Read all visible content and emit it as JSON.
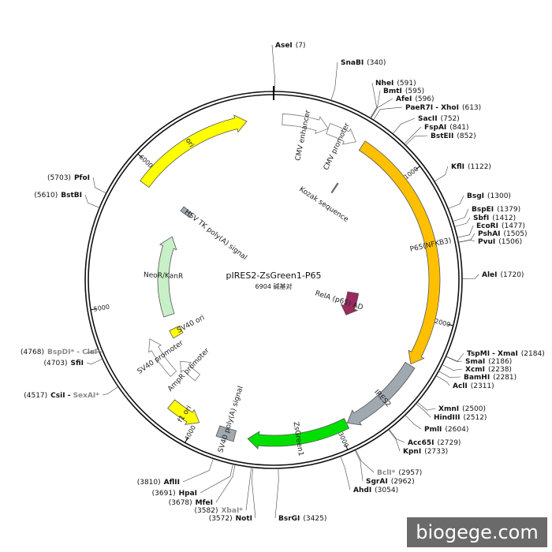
{
  "plasmid": {
    "name": "pIRES2-ZsGreen1-P65",
    "size_text": "6904 碱基对",
    "length": 6904
  },
  "watermark": "biogege.com",
  "colors": {
    "ring": "#111111",
    "ori": "#ffff00",
    "p65": "#ffc000",
    "relA": "#9b2a5e",
    "ires": "#a0a8b0",
    "zsgreen": "#00e000",
    "f1ori": "#ffff00",
    "sv40polyA": "#a0a8b0",
    "neor": "#c8f0c8",
    "sv40ori": "#ffff00",
    "outline": "#ffffff",
    "hsvtk": "#a0a8b0"
  },
  "ticks": [
    {
      "pos": 1000,
      "label": "1000"
    },
    {
      "pos": 2000,
      "label": "2000"
    },
    {
      "pos": 3000,
      "label": "3000"
    },
    {
      "pos": 4000,
      "label": "4000"
    },
    {
      "pos": 5000,
      "label": "5000"
    },
    {
      "pos": 6000,
      "label": "6000"
    }
  ],
  "features": [
    {
      "id": "ori",
      "label": "ori",
      "start": 5880,
      "end": 6720,
      "track": "out",
      "color": "#ffff00",
      "dir": 1
    },
    {
      "id": "cmv-enhancer",
      "label": "CMV enhancer",
      "start": 60,
      "end": 380,
      "track": "out",
      "color": "#ffffff",
      "dir": 1
    },
    {
      "id": "cmv-promoter",
      "label": "CMV promoter",
      "start": 380,
      "end": 590,
      "track": "out",
      "color": "#ffffff",
      "dir": 1
    },
    {
      "id": "p65",
      "label": "P65(NFKB3)",
      "start": 640,
      "end": 2330,
      "track": "out",
      "color": "#ffc000",
      "dir": 1
    },
    {
      "id": "ires2",
      "label": "IRES2",
      "start": 2340,
      "end": 2930,
      "track": "out",
      "color": "#a0a8b0",
      "dir": 1
    },
    {
      "id": "zsgreen1",
      "label": "ZsGreen1",
      "start": 2935,
      "end": 3630,
      "track": "out",
      "color": "#00e000",
      "dir": 1
    },
    {
      "id": "neor",
      "label": "NeoR/KanR",
      "start": 4820,
      "end": 5620,
      "track": "in",
      "color": "#c8f0c8",
      "dir": 1
    },
    {
      "id": "hsv-tk",
      "label": "HSV TK poly(A) signal",
      "start": 5880,
      "end": 5930,
      "track": "in",
      "color": "#a0a8b0",
      "dir": 0
    },
    {
      "id": "relA",
      "label": "RelA (p65) AD",
      "start": 1900,
      "end": 2220,
      "track": "deep",
      "color": "#9b2a5e",
      "dir": 1
    },
    {
      "id": "sv40-ori",
      "label": "SV40 ori",
      "start": 4600,
      "end": 4680,
      "track": "in",
      "color": "#ffff00",
      "dir": 0
    },
    {
      "id": "sv40-promoter",
      "label": "SV40 promoter",
      "start": 4350,
      "end": 4690,
      "track": "mid",
      "color": "#ffffff",
      "dir": 1
    },
    {
      "id": "ampr-promoter",
      "label": "AmpR promoter",
      "start": 4180,
      "end": 4390,
      "track": "in2",
      "color": "#ffffff",
      "dir": 1
    },
    {
      "id": "f1-ori",
      "label": "f1 ori",
      "start": 3980,
      "end": 4210,
      "track": "out",
      "color": "#ffff00",
      "dir": -1
    },
    {
      "id": "sv40-polya",
      "label": "SV40 poly(A) signal",
      "start": 3720,
      "end": 3840,
      "track": "out",
      "color": "#a0a8b0",
      "dir": 0
    },
    {
      "id": "kozak",
      "label": "Kozak sequence",
      "start": 640,
      "end": 650,
      "track": "in",
      "color": "#888888",
      "dir": 0
    }
  ],
  "sites": [
    {
      "name": "AseI",
      "pos": "(7)",
      "left": false,
      "grey": false
    },
    {
      "name": "SnaBI",
      "pos": "(340)",
      "left": false,
      "grey": false
    },
    {
      "name": "NheI",
      "pos": "(591)",
      "left": false,
      "grey": false
    },
    {
      "name": "BmtI",
      "pos": "(595)",
      "left": false,
      "grey": false
    },
    {
      "name": "AfeI",
      "pos": "(596)",
      "left": false,
      "grey": false
    },
    {
      "name": "PaeR7I - XhoI",
      "pos": "(613)",
      "left": false,
      "grey": false
    },
    {
      "name": "SacII",
      "pos": "(752)",
      "left": false,
      "grey": false
    },
    {
      "name": "FspAI",
      "pos": "(841)",
      "left": false,
      "grey": false
    },
    {
      "name": "BstEII",
      "pos": "(852)",
      "left": false,
      "grey": false
    },
    {
      "name": "KflI",
      "pos": "(1122)",
      "left": false,
      "grey": false
    },
    {
      "name": "BsgI",
      "pos": "(1300)",
      "left": false,
      "grey": false
    },
    {
      "name": "BspEI",
      "pos": "(1379)",
      "left": false,
      "grey": false
    },
    {
      "name": "SbfI",
      "pos": "(1412)",
      "left": false,
      "grey": false
    },
    {
      "name": "EcoRI",
      "pos": "(1477)",
      "left": false,
      "grey": false
    },
    {
      "name": "PshAI",
      "pos": "(1505)",
      "left": false,
      "grey": false
    },
    {
      "name": "PvuI",
      "pos": "(1506)",
      "left": false,
      "grey": false
    },
    {
      "name": "AleI",
      "pos": "(1720)",
      "left": false,
      "grey": false
    },
    {
      "name": "TspMI - XmaI",
      "pos": "(2184)",
      "left": false,
      "grey": false
    },
    {
      "name": "SmaI",
      "pos": "(2186)",
      "left": false,
      "grey": false
    },
    {
      "name": "XcmI",
      "pos": "(2238)",
      "left": false,
      "grey": false
    },
    {
      "name": "BamHI",
      "pos": "(2281)",
      "left": false,
      "grey": false
    },
    {
      "name": "AclI",
      "pos": "(2311)",
      "left": false,
      "grey": false
    },
    {
      "name": "XmnI",
      "pos": "(2500)",
      "left": false,
      "grey": false
    },
    {
      "name": "HindIII",
      "pos": "(2512)",
      "left": false,
      "grey": false
    },
    {
      "name": "PmlI",
      "pos": "(2604)",
      "left": false,
      "grey": false
    },
    {
      "name": "Acc65I",
      "pos": "(2729)",
      "left": false,
      "grey": false
    },
    {
      "name": "KpnI",
      "pos": "(2733)",
      "left": false,
      "grey": false
    },
    {
      "name": "BclI*",
      "pos": "(2957)",
      "left": false,
      "grey": true
    },
    {
      "name": "SgrAI",
      "pos": "(2962)",
      "left": false,
      "grey": false
    },
    {
      "name": "AhdI",
      "pos": "(3054)",
      "left": false,
      "grey": false
    },
    {
      "name": "BsrGI",
      "pos": "(3425)",
      "left": false,
      "grey": false
    },
    {
      "name": "NotI",
      "pos": "(3572)",
      "left": true,
      "grey": false
    },
    {
      "name": "XbaI*",
      "pos": "(3582)",
      "left": true,
      "grey": true
    },
    {
      "name": "MfeI",
      "pos": "(3678)",
      "left": true,
      "grey": false
    },
    {
      "name": "HpaI",
      "pos": "(3691)",
      "left": true,
      "grey": false
    },
    {
      "name": "AflII",
      "pos": "(3810)",
      "left": true,
      "grey": false
    },
    {
      "name": "CsiI - SexAI*",
      "pos": "(4517)",
      "left": true,
      "grey": false,
      "grey_part": "SexAI*"
    },
    {
      "name": "SfiI",
      "pos": "(4703)",
      "left": true,
      "grey": false
    },
    {
      "name": "BspDI* - ClaI*",
      "pos": "(4768)",
      "left": true,
      "grey": true
    },
    {
      "name": "BstBI",
      "pos": "(5610)",
      "left": true,
      "grey": false
    },
    {
      "name": "PfoI",
      "pos": "(5703)",
      "left": true,
      "grey": false
    }
  ]
}
